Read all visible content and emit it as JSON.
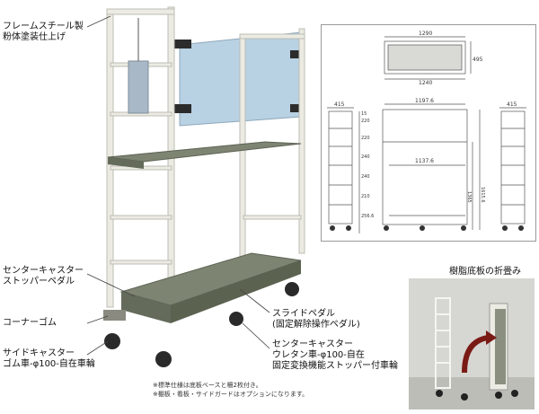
{
  "labels": {
    "frame": [
      "フレームスチール製",
      "粉体塗装仕上げ"
    ],
    "center_caster_pedal": [
      "センターキャスター",
      "ストッパーペダル"
    ],
    "corner_rubber": "コーナーゴム",
    "side_caster": [
      "サイドキャスター",
      "ゴム車-φ100-自在車輪"
    ],
    "slide_pedal": [
      "スライドペダル",
      "(固定解除操作ペダル)"
    ],
    "center_caster": [
      "センターキャスター",
      "ウレタン車-φ100-自在",
      "固定変換機能ストッパー付車輪"
    ],
    "notes": [
      "※標準仕様は底板ベースと柵2枚付き。",
      "※棚板・看板・サイドガードはオプションになります。"
    ],
    "fold_title": "樹脂底板の折畳み"
  },
  "dims": {
    "top_width": "1290",
    "top_depth": "495",
    "top_inner": "1240",
    "side_left_w": "415",
    "side_right_w": "415",
    "front_w1": "1197.6",
    "front_w2": "1137.6",
    "h1": "1365",
    "h2": "1615.6",
    "left_segments": [
      "15",
      "220",
      "220",
      "240",
      "240",
      "210",
      "256.6"
    ]
  },
  "colors": {
    "frame": "#ecebe3",
    "shelf": "#7d8472",
    "panel": "#b8d1e3",
    "wheel": "#2a2a2a",
    "line": "#555555"
  }
}
